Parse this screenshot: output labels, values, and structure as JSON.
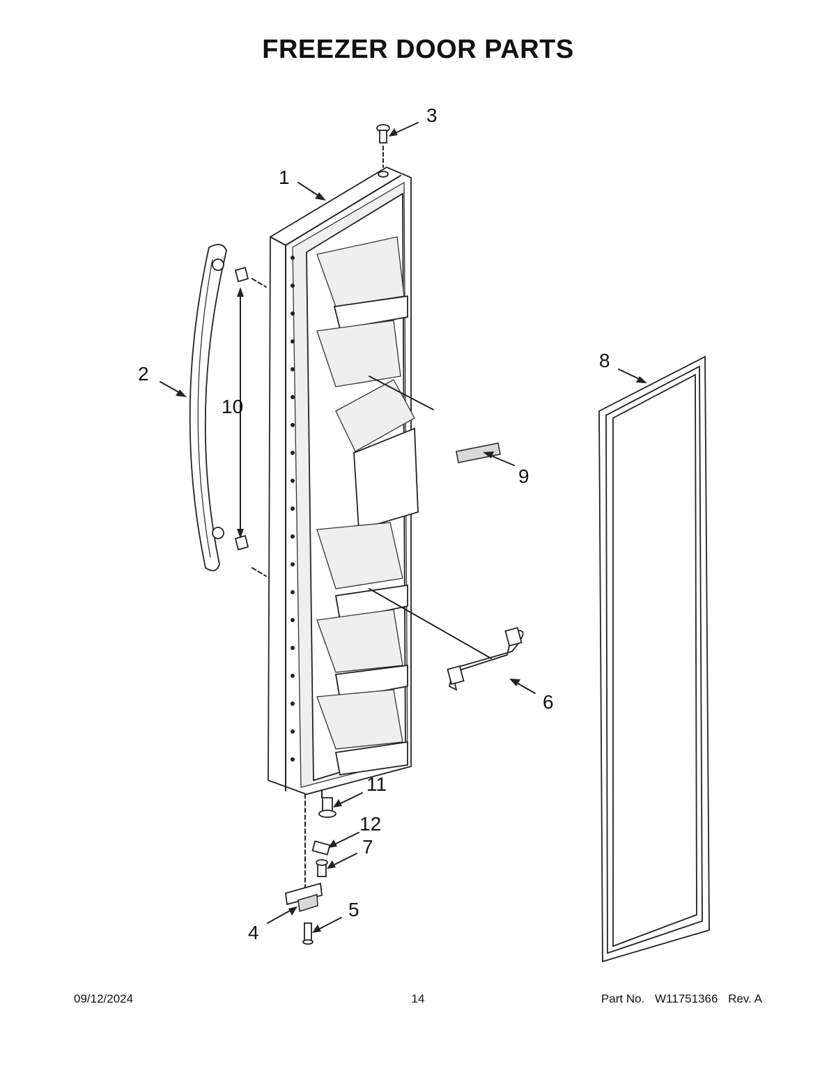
{
  "title": "FREEZER DOOR PARTS",
  "callouts": [
    "1",
    "2",
    "3",
    "4",
    "5",
    "6",
    "7",
    "8",
    "9",
    "10",
    "11",
    "12"
  ],
  "footer": {
    "date": "09/12/2024",
    "page": "14",
    "part_label": "Part No.",
    "part_number": "W11751366",
    "revision": "Rev. A"
  }
}
